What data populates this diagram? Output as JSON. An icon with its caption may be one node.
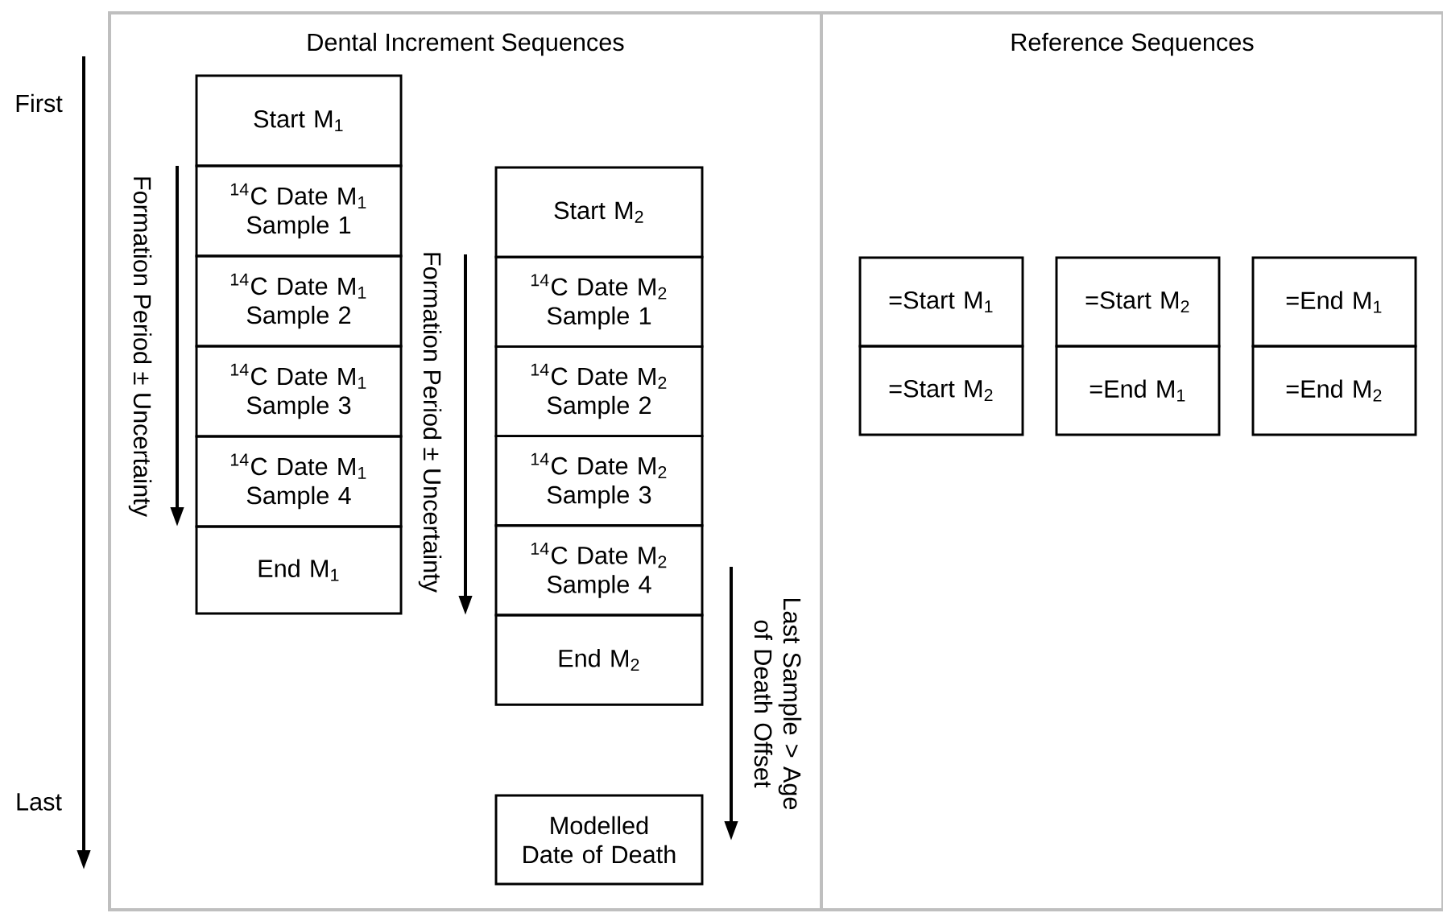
{
  "diagram": {
    "nodes": [
      {
        "text": [
          "Dental Increment Sequences"
        ]
      },
      {
        "text": [
          "Start M$_{1}$"
        ],
        "in": 0
      },
      {
        "text": [
          "$^{14}$C Date M$_{1}$ Sample 1"
        ],
        "in": 0
      },
      {
        "text": [
          "$^{14}$C Date M$_{1}$ Sample 2"
        ],
        "in": 0
      },
      {
        "text": [
          "$^{14}$C Date M$_{1}$ Sample 3"
        ],
        "in": 0
      },
      {
        "text": [
          "$^{14}$C Date M$_{1}$ Sample 4"
        ],
        "in": 0
      },
      {
        "text": [
          "End M$_{1}$"
        ],
        "in": 0
      },
      {
        "text": [
          "Start M$_{2}$"
        ],
        "in": 0
      },
      {
        "text": [
          "$^{14}$C Date M$_{2}$ Sample 1"
        ],
        "in": 0
      },
      {
        "text": [
          "$^{14}$C Date M$_{2}$ Sample 2"
        ],
        "in": 0
      },
      {
        "text": [
          "$^{14}$C Date M$_{2}$ Sample 3"
        ],
        "in": 0
      },
      {
        "text": [
          "$^{14}$C Date M$_{2}$ Sample 4"
        ],
        "in": 0
      },
      {
        "text": [
          "End M$_{2}$"
        ],
        "in": 0
      },
      {
        "text": [
          "Modelled Date of Death"
        ],
        "in": 0
      },
      {
        "text": [
          "Reference Sequences"
        ]
      },
      {
        "text": [
          "=Start M$_{1}$"
        ],
        "in": 14
      },
      {
        "text": [
          "=Start M$_{2}$"
        ],
        "in": 14
      },
      {
        "text": [
          "=End M$_{1}$"
        ],
        "in": 14
      },
      {
        "text": [
          "=Start M$_{2}$"
        ],
        "in": 14
      },
      {
        "text": [
          "=End M$_{1}$"
        ],
        "in": 14
      },
      {
        "text": [
          "=End M$_{2}$"
        ],
        "in": 14
      }
    ],
    "labels": [
      "First",
      "Formation Period ± Uncertainty",
      "Formation Period ± Uncertainty",
      "Last Sample > Age of Death Offset",
      "Last"
    ]
  }
}
